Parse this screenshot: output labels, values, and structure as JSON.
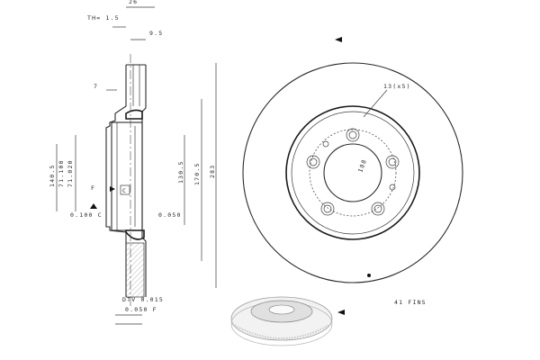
{
  "labels": {
    "top_dim": "26",
    "th": "TH= 1.5",
    "width": "9.5",
    "seven": "7",
    "datum_f": "F",
    "datum_c": "C",
    "tol_c": "0.100 C",
    "tol_right": "0.050",
    "dtv": "DTV 0.015",
    "runout": "0.050 F",
    "d140": "140.5",
    "d71_100": "71.100",
    "d71_020": "71.020",
    "d130": "130.5",
    "d170": "170.5",
    "d283": "283",
    "bolt_count": "13(x5)",
    "d108": "108",
    "fins": "41 FINS"
  }
}
